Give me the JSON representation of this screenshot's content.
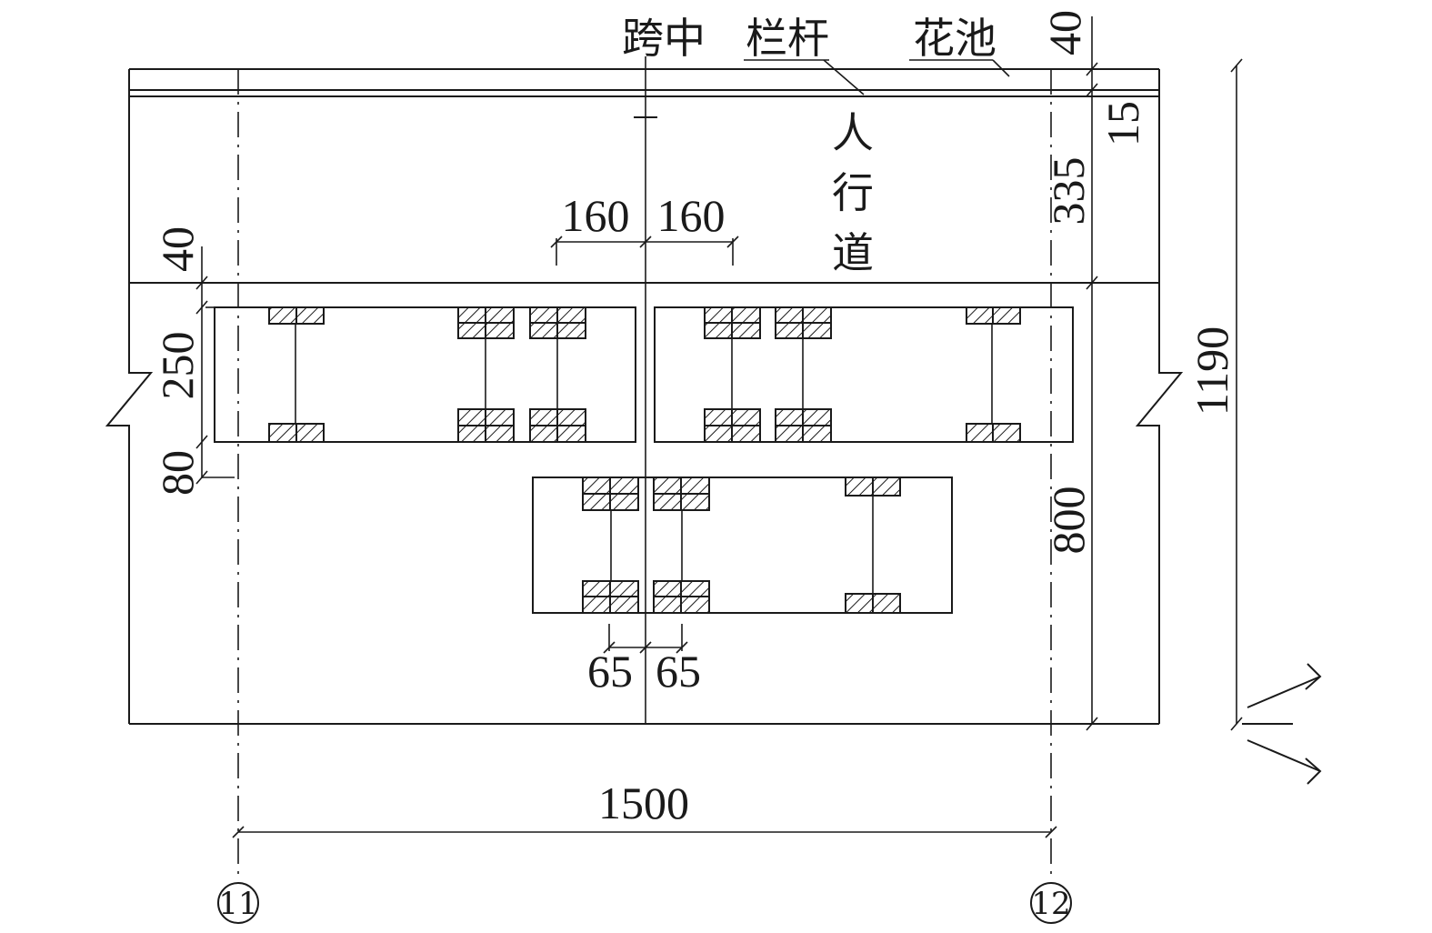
{
  "labels": {
    "midspan": "跨中",
    "railing": "栏杆",
    "planter": "花池",
    "sidewalk_1": "人",
    "sidewalk_2": "行",
    "sidewalk_3": "道"
  },
  "dimensions": {
    "top_40": "40",
    "top_15": "15",
    "right_335": "335",
    "left_40": "40",
    "left_250": "250",
    "left_80": "80",
    "right_800": "800",
    "total_1190": "1190",
    "mid_160_left": "160",
    "mid_160_right": "160",
    "bottom_65_left": "65",
    "bottom_65_right": "65",
    "span_1500": "1500"
  },
  "axes": {
    "left": "11",
    "right": "12"
  }
}
